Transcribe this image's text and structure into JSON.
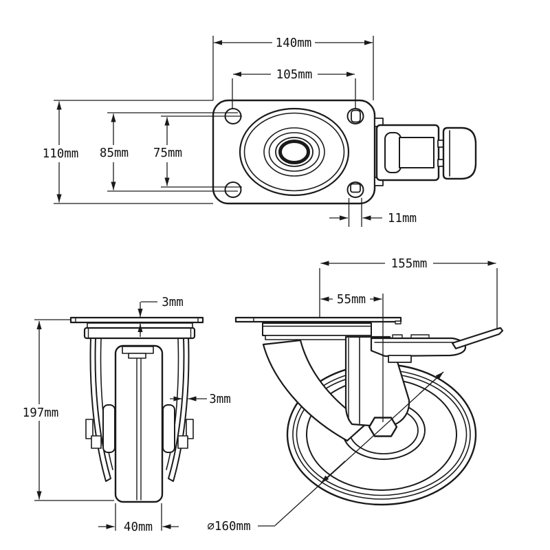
{
  "drawing": {
    "type": "caster-wheel-technical-drawing",
    "line_color": "#1a1a1a",
    "background": "#ffffff"
  },
  "views": {
    "top": {
      "name": "top-view-mounting-plate",
      "dims": {
        "width": "140mm",
        "hole_spacing_x": "105mm",
        "depth": "110mm",
        "hole_span_outer": "85mm",
        "hole_span_inner": "75mm",
        "slot_width": "11mm"
      }
    },
    "front": {
      "name": "front-view-caster",
      "dims": {
        "plate_thickness": "3mm",
        "total_height": "197mm",
        "fork_thickness": "3mm",
        "wheel_width": "40mm"
      }
    },
    "side": {
      "name": "side-view-caster-with-brake",
      "dims": {
        "overall_length": "155mm",
        "swivel_offset": "55mm",
        "wheel_diameter": "⌀160mm"
      }
    }
  }
}
